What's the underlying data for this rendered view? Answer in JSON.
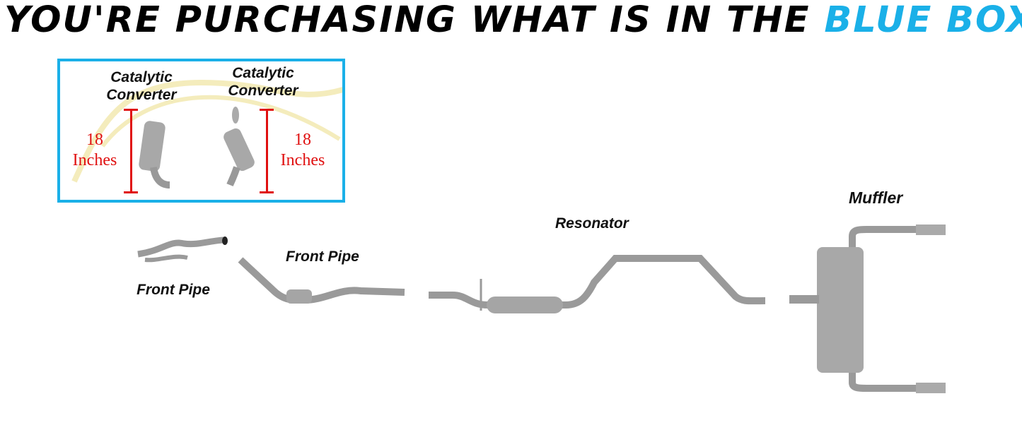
{
  "header": {
    "title_main": "YOU'RE PURCHASING WHAT IS IN THE",
    "title_highlight": "BLUE BOX"
  },
  "highlight_box": {
    "left_label": "Catalytic Converter",
    "right_label": "Catalytic Converter",
    "left_size_number": "18",
    "left_size_unit": "Inches",
    "right_size_number": "18",
    "right_size_unit": "Inches"
  },
  "parts": {
    "front_pipe_left": "Front Pipe",
    "front_pipe": "Front Pipe",
    "resonator": "Resonator",
    "muffler": "Muffler"
  },
  "colors": {
    "accent": "#1ab0e8",
    "measure": "#e01010",
    "pipe": "#9a9a9a"
  }
}
